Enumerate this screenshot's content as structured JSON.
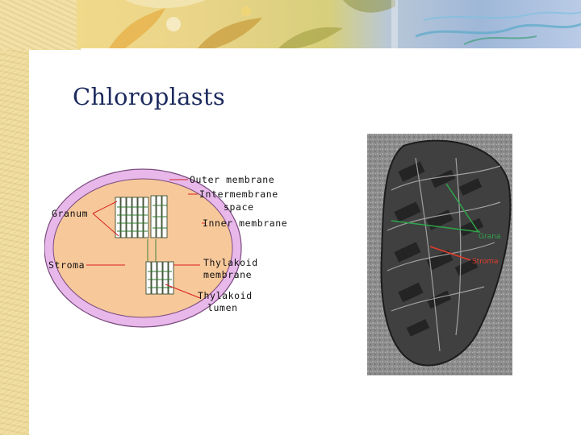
{
  "slide": {
    "title": "Chloroplasts"
  },
  "diagram": {
    "labels": {
      "outer_membrane": "Outer membrane",
      "intermembrane_space_line1": "Intermembrane",
      "intermembrane_space_line2": "space",
      "inner_membrane": "Inner membrane",
      "granum": "Granum",
      "stroma": "Stroma",
      "thylakoid_membrane_line1": "Thylakoid",
      "thylakoid_membrane_line2": "membrane",
      "thylakoid_lumen_line1": "Thylakoid",
      "thylakoid_lumen_line2": "lumen"
    }
  },
  "micrograph": {
    "labels": {
      "grana": "Grana",
      "stroma": "Stroma"
    }
  },
  "colors": {
    "title_text": "#1c2a5e",
    "pointer_line": "#d81e1e",
    "outer_membrane_fill": "#e8b8ea",
    "stroma_fill": "#f7c89a",
    "grana_pointer": "#2ea44a",
    "stroma_pointer": "#e23a2a"
  }
}
